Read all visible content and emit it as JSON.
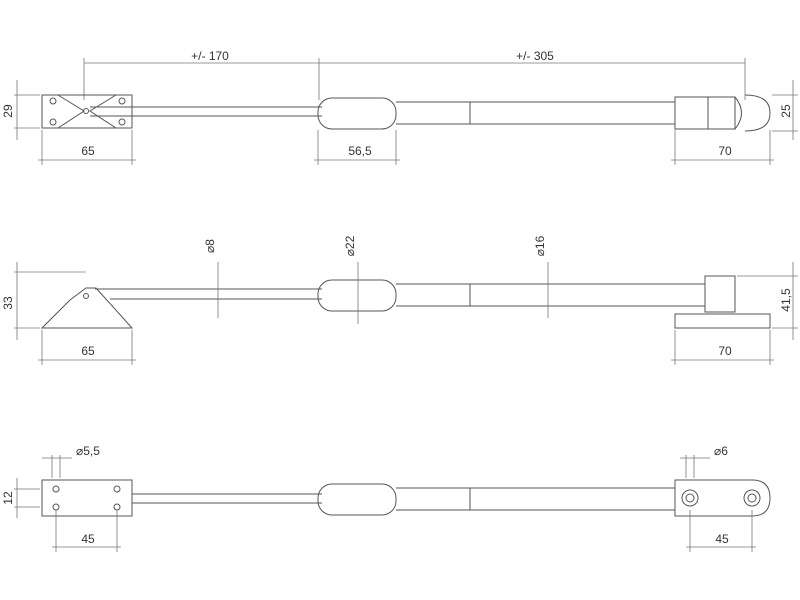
{
  "top_view": {
    "dim_overall_left": "+/- 170",
    "dim_overall_right": "+/- 305",
    "dim_height_left": "29",
    "dim_height_right": "25",
    "dim_bracket_left": "65",
    "dim_sleeve": "56,5",
    "dim_bracket_right": "70"
  },
  "side_view": {
    "dia_rod": "⌀8",
    "dia_sleeve": "⌀22",
    "dia_tube": "⌀16",
    "dim_height_left": "33",
    "dim_height_right": "41,5",
    "dim_bracket_left": "65",
    "dim_bracket_right": "70"
  },
  "bottom_view": {
    "dia_holes_left": "⌀5,5",
    "dia_holes_right": "⌀6",
    "dim_height_left": "12",
    "dim_holes_left": "45",
    "dim_holes_right": "45"
  }
}
